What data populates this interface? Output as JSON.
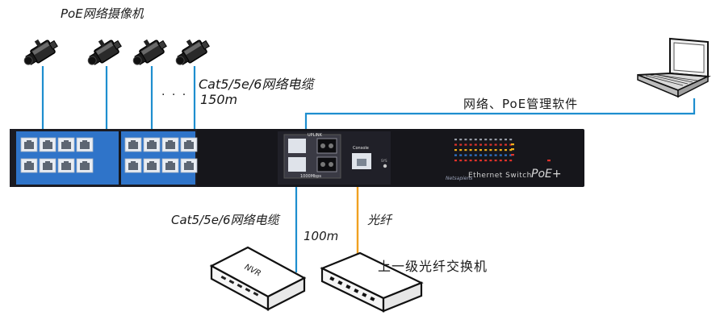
{
  "labels": {
    "cameras": "PoE网络摄像机",
    "cable_top_1": "Cat5/5e/6网络电缆",
    "cable_top_2": "150m",
    "ellipsis": "· · ·",
    "management": "网络、PoE管理软件",
    "cable_bottom_1": "Cat5/5e/6网络电缆",
    "cable_bottom_2": "100m",
    "fiber": "光纤",
    "upstream_switch": "上一级光纤交换机",
    "nvr": "NVR"
  },
  "switch": {
    "uplink": "UPLINK",
    "speed": "1000Mbps",
    "console": "Console",
    "brand": "Ethernet Switch",
    "poe": "PoE+",
    "vendor": "Netsapiens",
    "sys": "SYS"
  },
  "colors": {
    "link": "#1e8ecf",
    "fiber": "#f0a020",
    "switch_body": "#16161b",
    "port_panel": "#2f74c9"
  }
}
